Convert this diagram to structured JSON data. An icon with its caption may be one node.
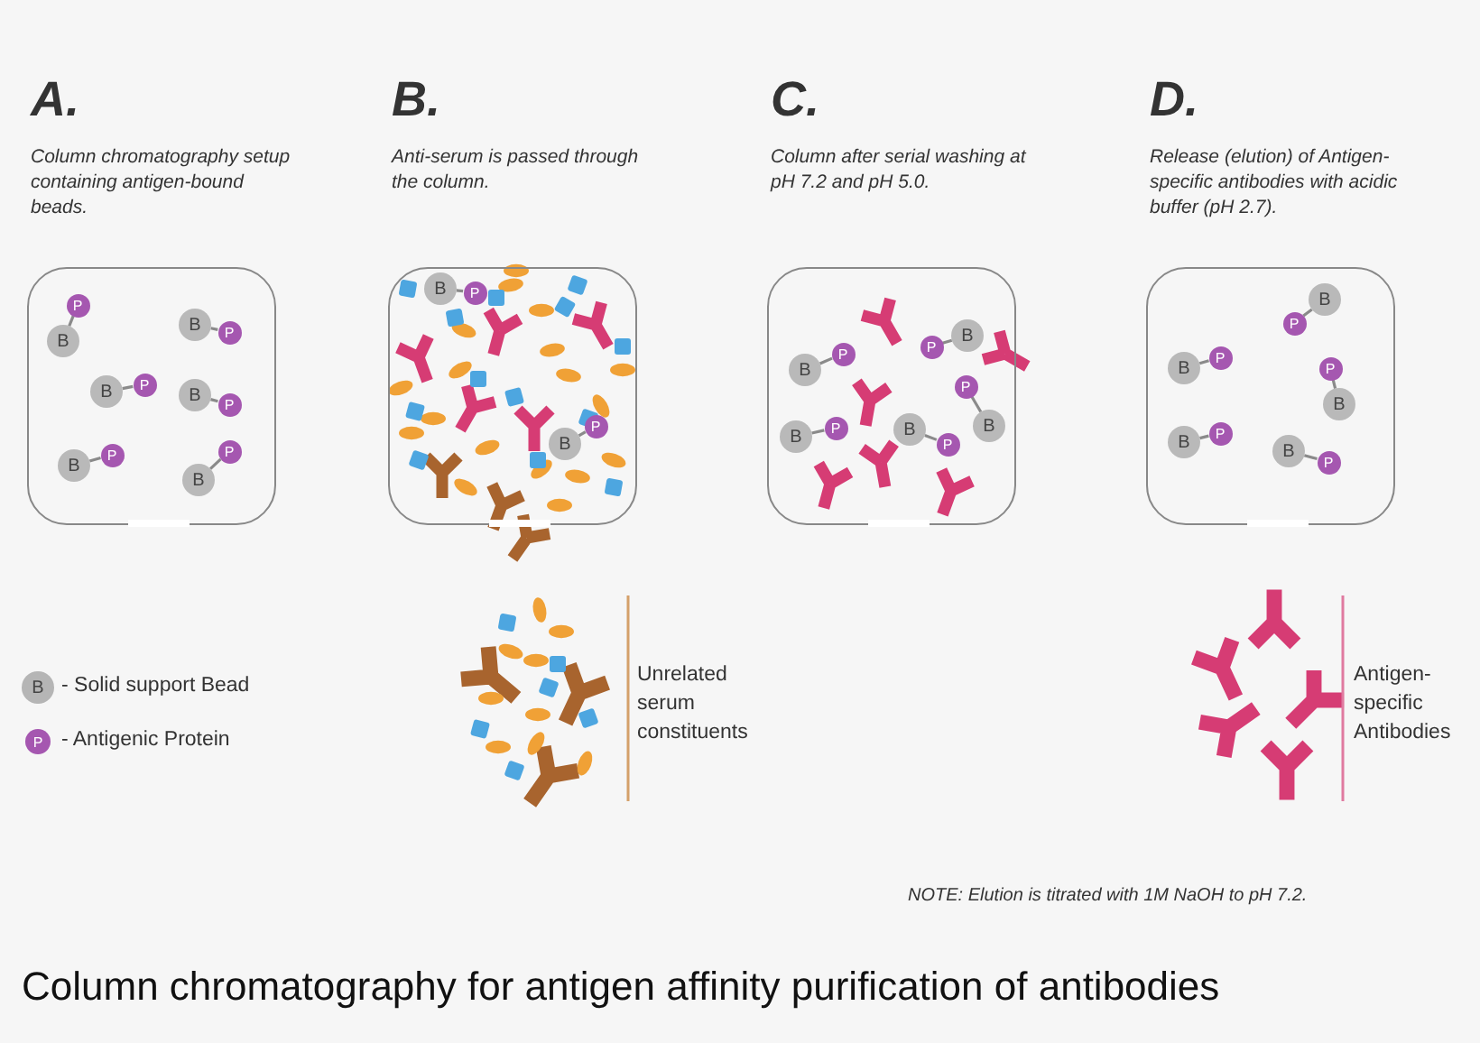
{
  "diagram": {
    "caption": "Column chromatography for antigen affinity purification of antibodies",
    "nodes": [
      {
        "text": [
          "A.",
          "Column chromatography setup containing antigen-bound beads."
        ]
      },
      {
        "text": [
          "B"
        ],
        "in": 0
      },
      {
        "text": [
          "P"
        ],
        "in": 0
      },
      {
        "text": [
          "B"
        ],
        "in": 0
      },
      {
        "text": [
          "P"
        ],
        "in": 0
      },
      {
        "text": [
          "B"
        ],
        "in": 0
      },
      {
        "text": [
          "P"
        ],
        "in": 0
      },
      {
        "text": [
          "B"
        ],
        "in": 0
      },
      {
        "text": [
          "P"
        ],
        "in": 0
      },
      {
        "text": [
          "B"
        ],
        "in": 0
      },
      {
        "text": [
          "P"
        ],
        "in": 0
      },
      {
        "text": [
          "B"
        ],
        "in": 0
      },
      {
        "text": [
          "P"
        ],
        "in": 0
      },
      {
        "text": [
          "B.",
          "Anti-serum is passed through the column."
        ]
      },
      {
        "text": [
          "B"
        ],
        "in": 13
      },
      {
        "text": [
          "P"
        ],
        "in": 13
      },
      {
        "text": [
          "B"
        ],
        "in": 13
      },
      {
        "text": [
          "P"
        ],
        "in": 13
      },
      {
        "text": [
          "C.",
          "Column after serial washing at pH 7.2 and pH 5.0."
        ]
      },
      {
        "text": [
          "B"
        ],
        "in": 18
      },
      {
        "text": [
          "P"
        ],
        "in": 18
      },
      {
        "text": [
          "B"
        ],
        "in": 18
      },
      {
        "text": [
          "P"
        ],
        "in": 18
      },
      {
        "text": [
          "B"
        ],
        "in": 18
      },
      {
        "text": [
          "P"
        ],
        "in": 18
      },
      {
        "text": [
          "B"
        ],
        "in": 18
      },
      {
        "text": [
          "P"
        ],
        "in": 18
      },
      {
        "text": [
          "B"
        ],
        "in": 18
      },
      {
        "text": [
          "P"
        ],
        "in": 18
      },
      {
        "text": [
          "D.",
          "Release (elution) of Antigen-specific antibodies with acidic buffer (pH 2.7)."
        ]
      },
      {
        "text": [
          "B"
        ],
        "in": 29
      },
      {
        "text": [
          "P"
        ],
        "in": 29
      },
      {
        "text": [
          "B"
        ],
        "in": 29
      },
      {
        "text": [
          "P"
        ],
        "in": 29
      },
      {
        "text": [
          "B"
        ],
        "in": 29
      },
      {
        "text": [
          "P"
        ],
        "in": 29
      },
      {
        "text": [
          "B"
        ],
        "in": 29
      },
      {
        "text": [
          "P"
        ],
        "in": 29
      },
      {
        "text": [
          "B"
        ],
        "in": 29
      },
      {
        "text": [
          "P"
        ],
        "in": 29
      }
    ],
    "edges": [
      {
        "from": 1,
        "to": 2,
        "arrow": "none"
      },
      {
        "from": 3,
        "to": 4,
        "arrow": "none"
      },
      {
        "from": 5,
        "to": 6,
        "arrow": "none"
      },
      {
        "from": 7,
        "to": 8,
        "arrow": "none"
      },
      {
        "from": 9,
        "to": 10,
        "arrow": "none"
      },
      {
        "from": 11,
        "to": 12,
        "arrow": "none"
      },
      {
        "from": 14,
        "to": 15,
        "arrow": "none"
      },
      {
        "from": 16,
        "to": 17,
        "arrow": "none"
      },
      {
        "from": 19,
        "to": 20,
        "arrow": "none"
      },
      {
        "from": 21,
        "to": 22,
        "arrow": "none"
      },
      {
        "from": 23,
        "to": 24,
        "arrow": "none"
      },
      {
        "from": 25,
        "to": 26,
        "arrow": "none"
      },
      {
        "from": 27,
        "to": 28,
        "arrow": "none"
      },
      {
        "from": 30,
        "to": 31,
        "arrow": "none"
      },
      {
        "from": 32,
        "to": 33,
        "arrow": "none"
      },
      {
        "from": 34,
        "to": 35,
        "arrow": "none"
      },
      {
        "from": 36,
        "to": 37,
        "arrow": "none"
      },
      {
        "from": 38,
        "to": 39,
        "arrow": "none"
      }
    ],
    "labels": [
      "B",
      "P",
      "Unrelated serum constituents",
      "Antigen-specific Antibodies",
      "NOTE: Elution is titrated with 1M NaOH to pH 7.2."
    ],
    "legend": [
      {
        "text": "- Solid support Bead",
        "color": "#b5b5b5"
      },
      {
        "text": "- Antigenic Protein",
        "color": "#a557b0"
      }
    ]
  }
}
